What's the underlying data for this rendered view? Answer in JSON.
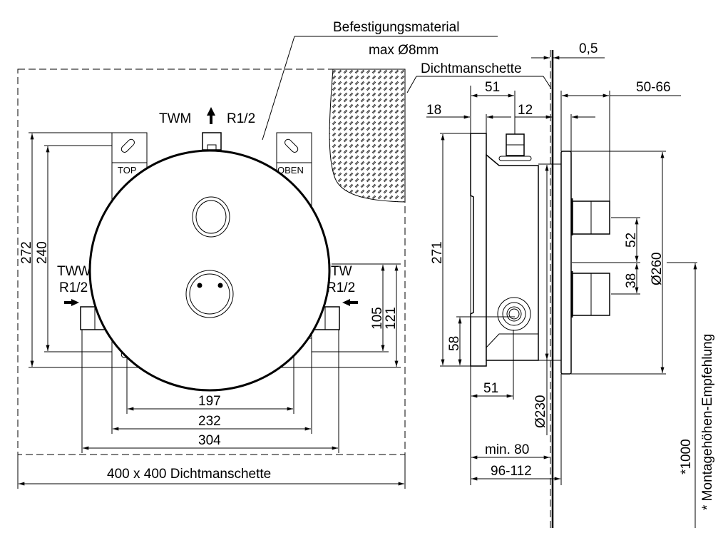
{
  "title_block": {
    "fastening_label": "Befestigungsmaterial",
    "fastening_size": "max Ø8mm",
    "seal_label": "Dichtmanschette"
  },
  "front_view": {
    "outlet_label": "TWM",
    "outlet_thread": "R1/2",
    "hot_inlet_label": "TWW",
    "hot_inlet_thread": "R1/2",
    "cold_inlet_label": "TW",
    "cold_inlet_thread": "R1/2",
    "bracket_left_label": "TOP",
    "bracket_right_label": "OBEN",
    "dims": {
      "h272": "272",
      "h240": "240",
      "h105": "105",
      "h121": "121",
      "w197": "197",
      "w232": "232",
      "w304": "304",
      "seal_size": "400 x 400  Dichtmanschette"
    }
  },
  "side_view": {
    "dims": {
      "d0_5": "0,5",
      "d51_top": "51",
      "d18": "18",
      "d12": "12",
      "d50_66": "50-66",
      "d271": "271",
      "d58": "58",
      "d52": "52",
      "d38": "38",
      "dia260": "Ø260",
      "dia230": "Ø230",
      "d51_bottom": "51",
      "min80": "min. 80",
      "d96_112": "96-112"
    },
    "height_value": "*1000",
    "height_note": "*  Montagehöhen-Empfehlung"
  }
}
